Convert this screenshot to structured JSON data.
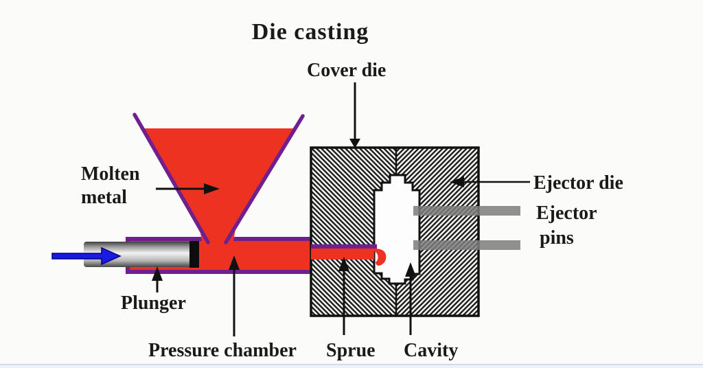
{
  "title": "Die casting",
  "diagram": {
    "labels": {
      "cover_die": "Cover die",
      "molten_metal_line1": "Molten",
      "molten_metal_line2": "metal",
      "ejector_die": "Ejector die",
      "ejector_pins_line1": "Ejector",
      "ejector_pins_line2": "pins",
      "plunger": "Plunger",
      "pressure_chamber": "Pressure chamber",
      "sprue": "Sprue",
      "cavity": "Cavity"
    },
    "colors": {
      "molten_metal_red": "#ee3222",
      "outline_purple": "#701f8f",
      "hatch_black": "#1f1f1f",
      "ejector_pin_gray": "#7d7d7d",
      "plunger_arrow_blue": "#1a1ae0",
      "plunger_arrow_edge": "#000080",
      "plunger_tip_black": "#0d0d0d",
      "arrow_black": "#111111",
      "background": "#fbfbfa"
    }
  }
}
